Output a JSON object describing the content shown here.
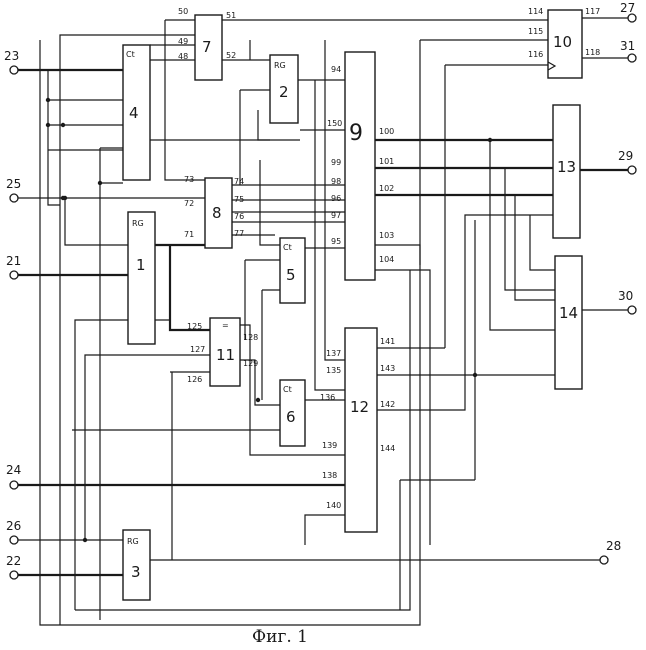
{
  "caption": "Фиг. 1",
  "blocks": {
    "b1": {
      "number": "1",
      "tag": "RG"
    },
    "b2": {
      "number": "2",
      "tag": "RG"
    },
    "b3": {
      "number": "3",
      "tag": "RG"
    },
    "b4": {
      "number": "4",
      "tag": "Ct"
    },
    "b5": {
      "number": "5",
      "tag": "Ct"
    },
    "b6": {
      "number": "6",
      "tag": "Ct"
    },
    "b7": {
      "number": "7"
    },
    "b8": {
      "number": "8"
    },
    "b9": {
      "number": "9"
    },
    "b10": {
      "number": "10"
    },
    "b11": {
      "number": "11",
      "tag": "="
    },
    "b12": {
      "number": "12"
    },
    "b13": {
      "number": "13"
    },
    "b14": {
      "number": "14"
    }
  },
  "terminals": {
    "t21": "21",
    "t22": "22",
    "t23": "23",
    "t24": "24",
    "t25": "25",
    "t26": "26",
    "t27": "27",
    "t28": "28",
    "t29": "29",
    "t30": "30",
    "t31": "31"
  },
  "signals": {
    "s48": "48",
    "s49": "49",
    "s50": "50",
    "s51": "51",
    "s52": "52",
    "s71": "71",
    "s72": "72",
    "s73": "73",
    "s74": "74",
    "s75": "75",
    "s76": "76",
    "s77": "77",
    "s94": "94",
    "s95": "95",
    "s96": "96",
    "s97": "97",
    "s98": "98",
    "s99": "99",
    "s100": "100",
    "s101": "101",
    "s102": "102",
    "s103": "103",
    "s104": "104",
    "s114": "114",
    "s115": "115",
    "s116": "116",
    "s117": "117",
    "s118": "118",
    "s125": "125",
    "s126": "126",
    "s127": "127",
    "s128": "128",
    "s129": "129",
    "s135": "135",
    "s136": "136",
    "s137": "137",
    "s138": "138",
    "s139": "139",
    "s140": "140",
    "s141": "141",
    "s142": "142",
    "s143": "143",
    "s144": "144",
    "s150": "150"
  }
}
